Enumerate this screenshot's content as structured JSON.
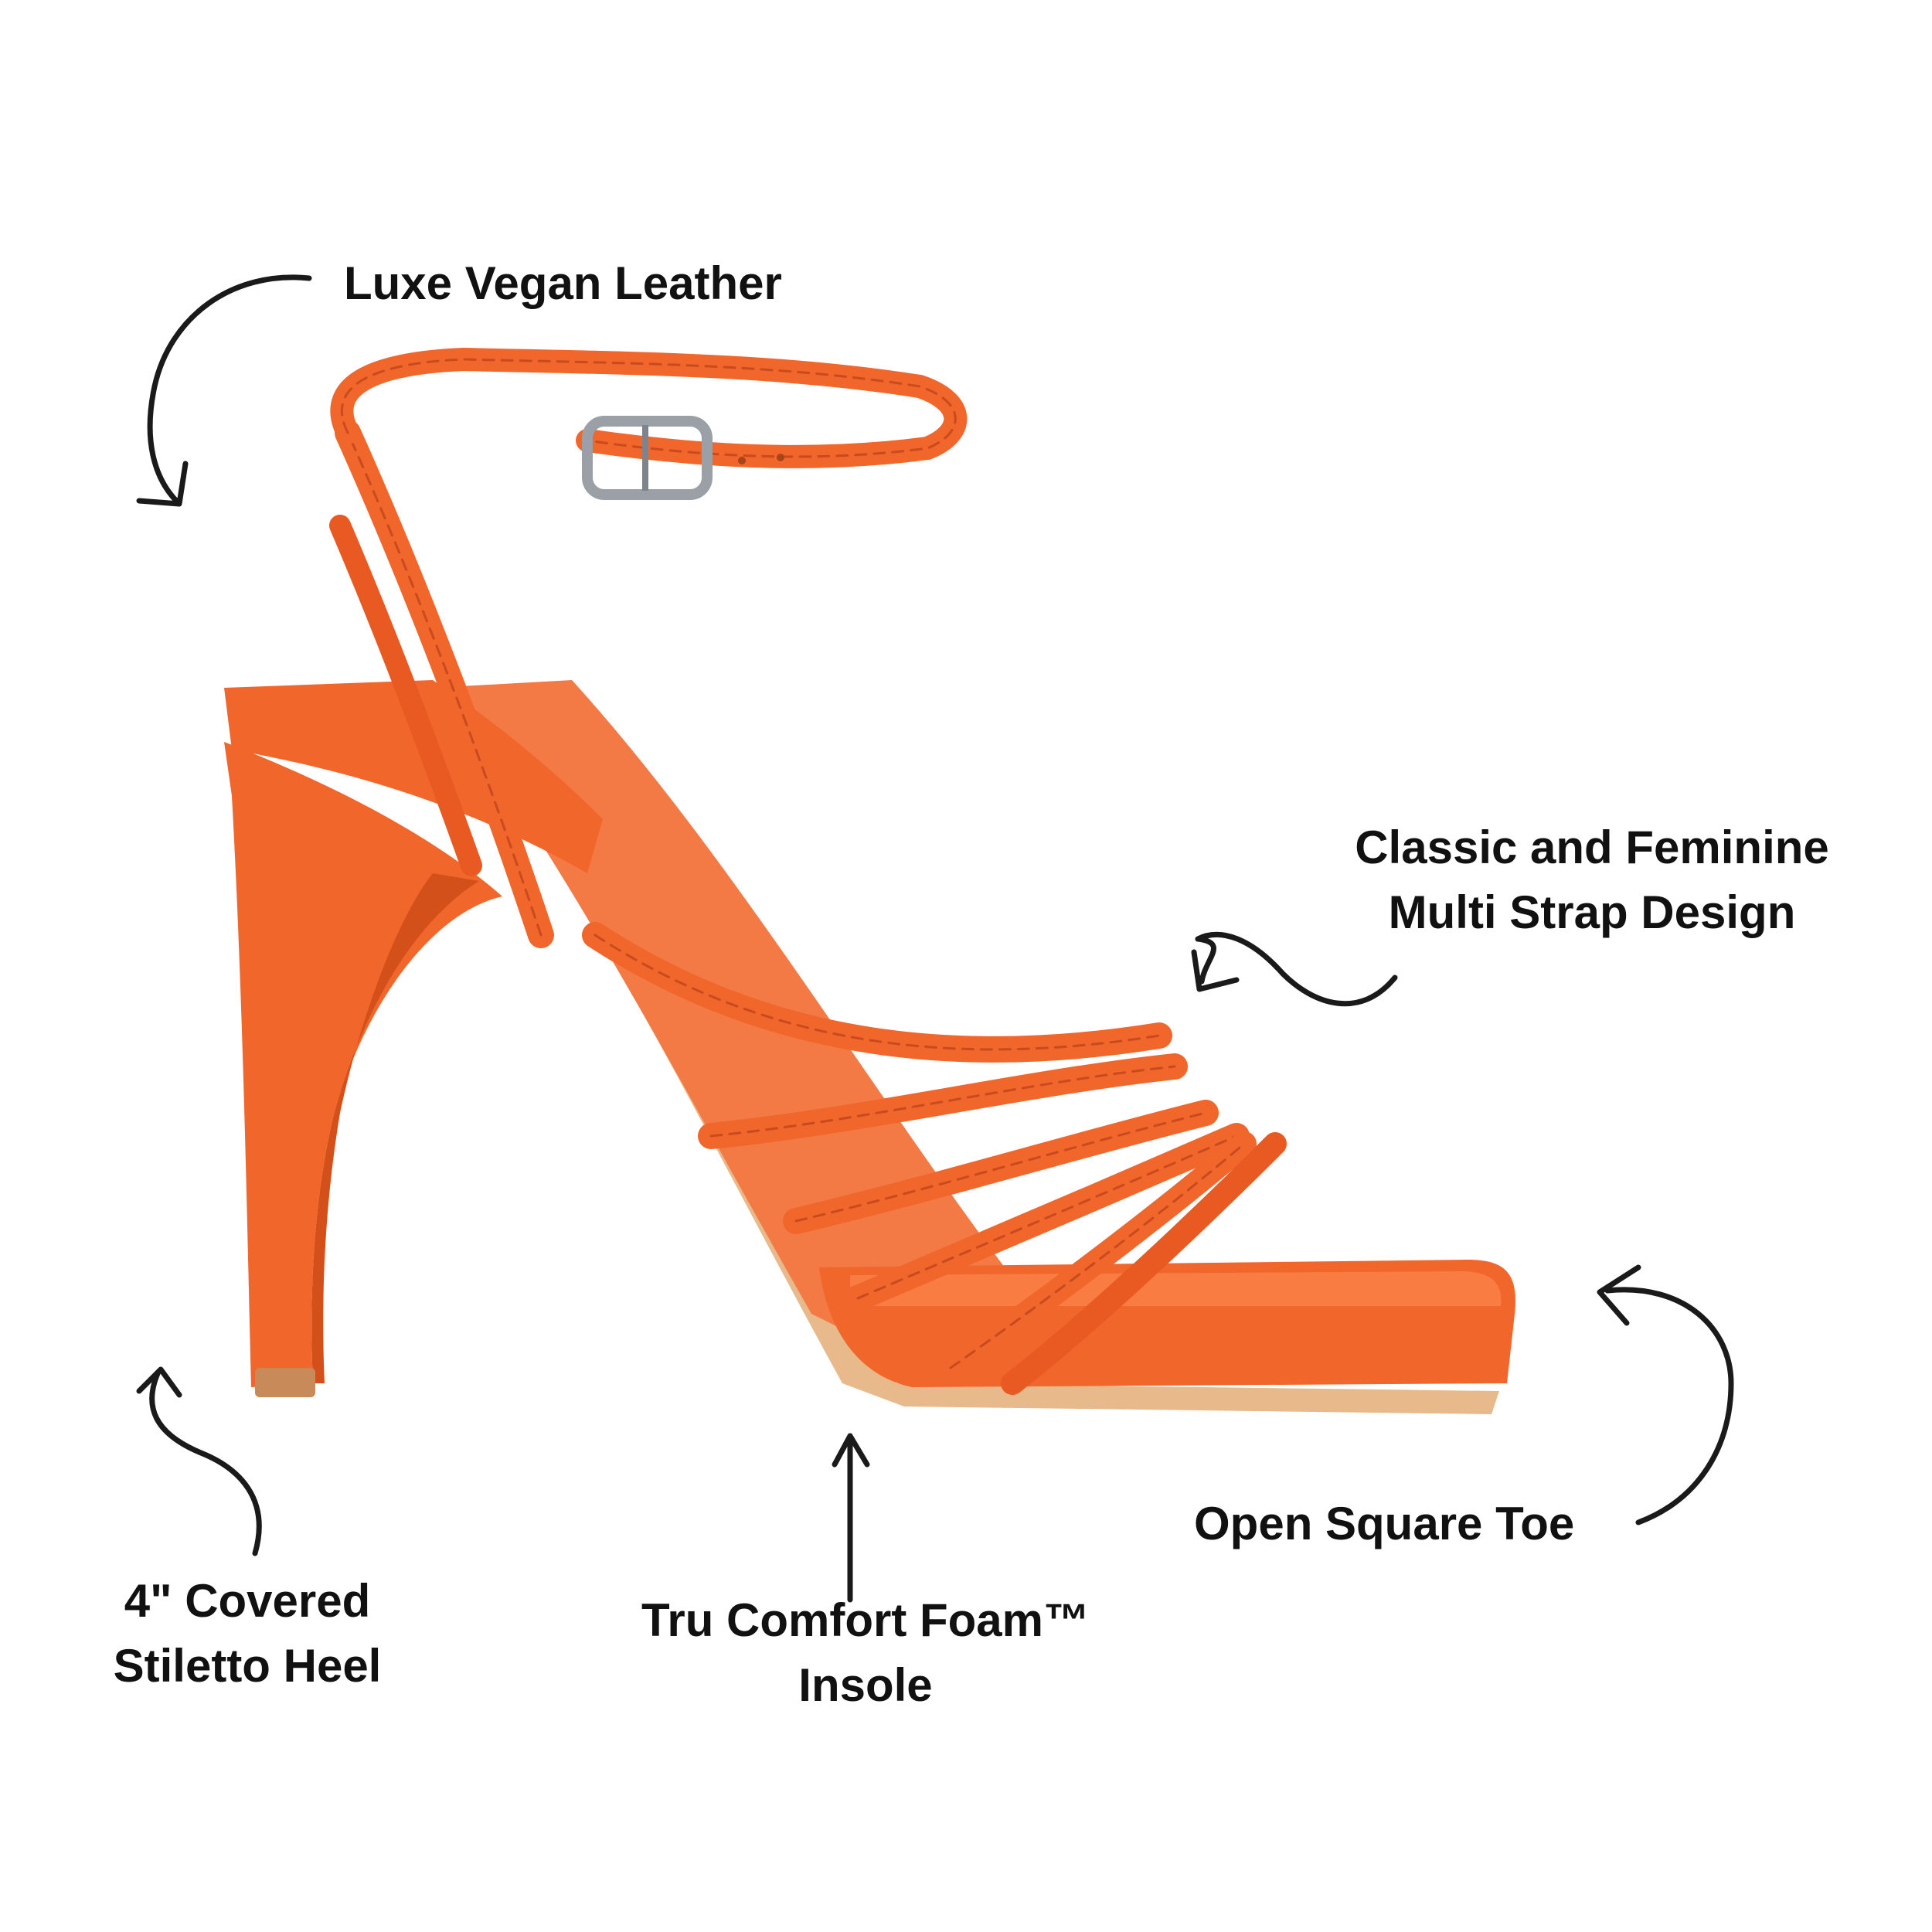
{
  "colors": {
    "background": "#ffffff",
    "shoe_orange": "#f0662b",
    "shoe_shadow": "#d4501a",
    "shoe_highlight": "#ff8a52",
    "insole_tan": "#e8b98a",
    "buckle_silver": "#9aa0a6",
    "text": "#111111"
  },
  "callouts": {
    "leather": {
      "lines": [
        "Luxe Vegan Leather"
      ],
      "icon": "curved-arrow-down-icon"
    },
    "strap": {
      "lines": [
        "Classic and Feminine",
        "Multi Strap Design"
      ],
      "icon": "squiggle-arrow-left-icon"
    },
    "toe": {
      "lines": [
        "Open Square Toe"
      ],
      "icon": "curved-arrow-up-icon"
    },
    "heel": {
      "lines": [
        "4\" Covered",
        "Stiletto Heel"
      ],
      "icon": "curved-arrow-up-icon"
    },
    "insole": {
      "lines": [
        "Tru Comfort Foam™",
        "Insole"
      ],
      "icon": "straight-arrow-up-icon"
    }
  },
  "product": {
    "icon": "strappy-sandal-image"
  }
}
